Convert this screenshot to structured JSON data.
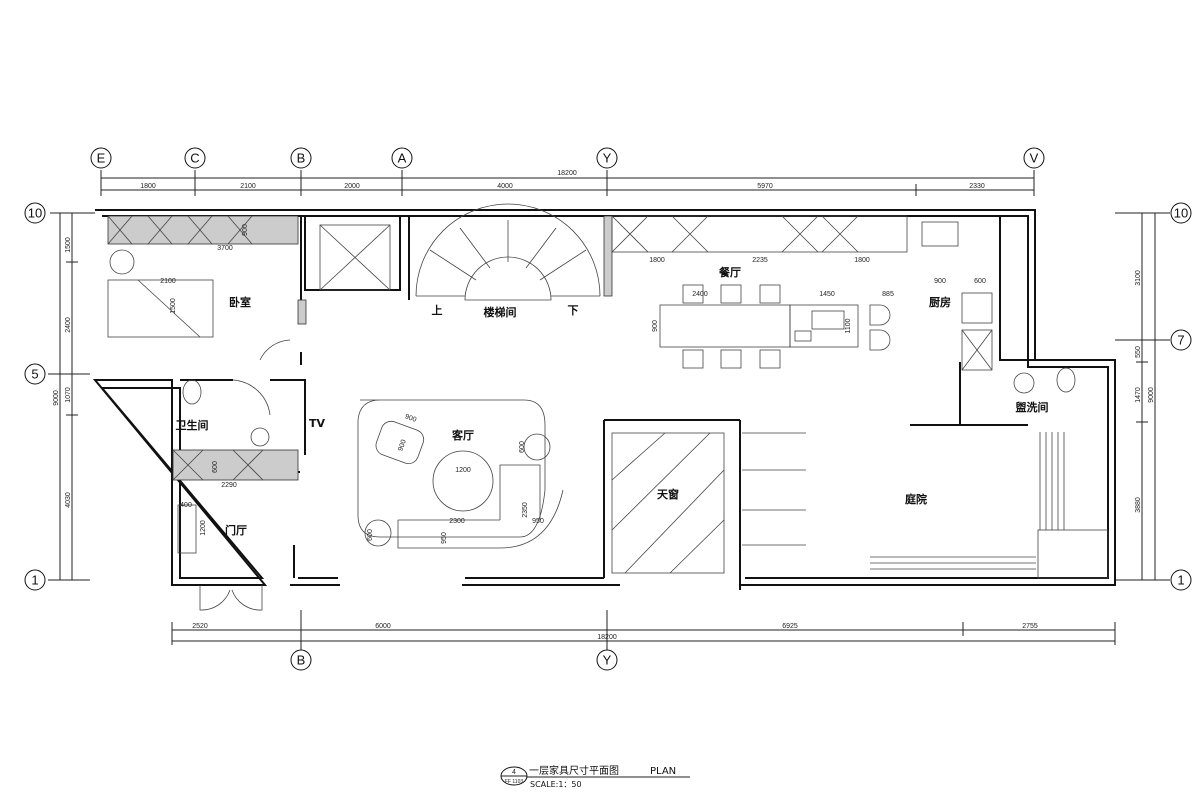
{
  "axes": {
    "top": [
      "E",
      "C",
      "B",
      "A",
      "Y",
      "V"
    ],
    "left": [
      "10",
      "5",
      "1"
    ],
    "right": [
      "10",
      "7",
      "1"
    ],
    "bottom": [
      "B",
      "Y"
    ]
  },
  "dimensions": {
    "top_total": "18200",
    "top": [
      "1800",
      "2100",
      "2000",
      "4000",
      "5970",
      "2330"
    ],
    "left_total": "9000",
    "left": [
      "1500",
      "2400",
      "1070",
      "4030"
    ],
    "right_total": "9000",
    "right": [
      "3100",
      "550",
      "1470",
      "3880"
    ],
    "bottom_total": "18200",
    "bottom": [
      "2520",
      "6000",
      "6925",
      "2755"
    ]
  },
  "rooms": {
    "bedroom": "卧室",
    "stair": "楼梯间",
    "up": "上",
    "down": "下",
    "dining": "餐厅",
    "kitchen": "厨房",
    "washroom": "盥洗间",
    "bathroom": "卫生间",
    "tv": "TV",
    "living": "客厅",
    "foyer": "门厅",
    "skylight": "天窗",
    "courtyard": "庭院"
  },
  "furniture_dims": {
    "wardrobe_len": "3700",
    "wardrobe_depth": "900",
    "bed_len": "2100",
    "bed_w": "1500",
    "cab1": "1800",
    "cab2": "2235",
    "cab3": "1800",
    "table_len": "2400",
    "island_len": "1450",
    "gap": "885",
    "table_w": "900",
    "island_w": "1100",
    "kitchen_900": "900",
    "kitchen_600": "600",
    "chair_a": "900",
    "chair_b": "900",
    "coffee_table": "1200",
    "side_chair": "600",
    "bath_cab_len": "2290",
    "bath_cab_depth": "600",
    "shoe_depth": "400",
    "shoe_len": "1200",
    "sofa_len": "2300",
    "sofa_end": "950",
    "sofa_side": "2350",
    "sofa_depth": "950",
    "corner_chair": "600"
  },
  "title": {
    "sheet_no": "4",
    "sheet_ref": "FF 1103",
    "name": "一层家具尺寸平面图",
    "label": "PLAN",
    "scale": "SCALE:1：50"
  }
}
